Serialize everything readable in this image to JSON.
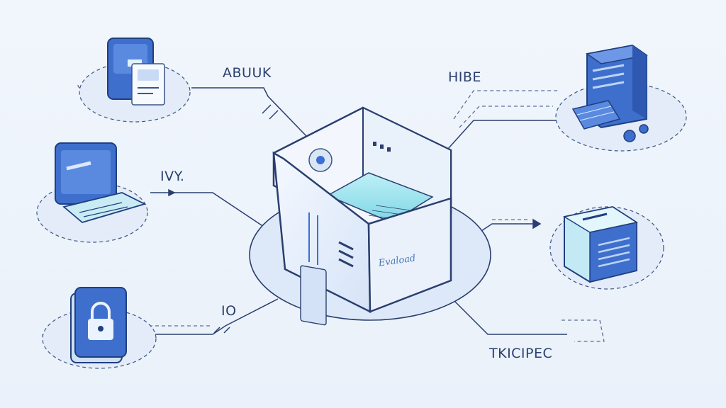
{
  "labels": {
    "top_left": "ABUUK",
    "mid_left": "IVY.",
    "bottom_left": "IO",
    "top_right": "HIBE",
    "bottom_right": "TKICIPEC"
  },
  "center_box_label": "Evaload",
  "colors": {
    "background": "#eef4fb",
    "line": "#2a3f6f",
    "accent": "#3b6fd4",
    "dashed": "#5a6f96",
    "platform": "#dde9f8"
  },
  "icons": {
    "center": "server-cabinet-icon",
    "top_left": "id-card-icon",
    "mid_left": "laptop-icon",
    "bottom_left": "padlock-icon",
    "top_right": "desktop-computer-icon",
    "mid_right": "storage-device-icon"
  }
}
